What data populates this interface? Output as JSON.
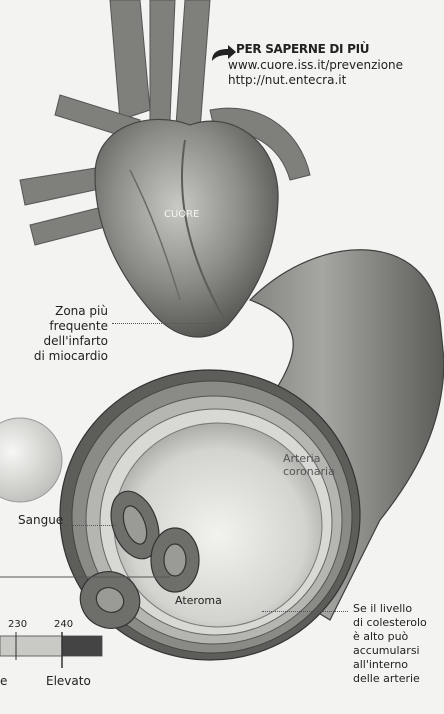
{
  "more_info": {
    "title": "PER SAPERNE DI PIÙ",
    "links": [
      "www.cuore.iss.it/prevenzione",
      "http://nut.entecra.it"
    ]
  },
  "labels": {
    "heart": "CUORE",
    "infarct_zone": [
      "Zona più",
      "frequente",
      "dell'infarto",
      "di miocardio"
    ],
    "artery": [
      "Arteria",
      "coronaria"
    ],
    "blood": "Sangue",
    "atheroma": "Ateroma",
    "cholesterol_note": [
      "Se il livello",
      "di colesterolo",
      "è alto può",
      "accumularsi",
      "all'interno",
      "delle arterie"
    ]
  },
  "scale": {
    "ticks": [
      "230",
      "240"
    ],
    "left_label": "e",
    "right_label": "Elevato"
  },
  "colors": {
    "background": "#f3f3f1",
    "heart": "#8d8d89",
    "artery": "#7b7b77",
    "scale_bar": "#c9c9c5",
    "scale_high": "#444444"
  }
}
